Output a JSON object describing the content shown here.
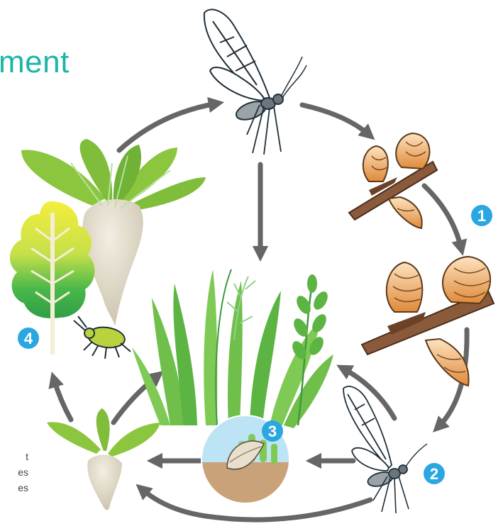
{
  "header": {
    "title": "ment"
  },
  "side_note": {
    "lines": [
      "t",
      "es",
      "es"
    ]
  },
  "colors": {
    "accent": "#1db5a7",
    "badge": "#2aa7e0",
    "arrow": "#666666",
    "leaf": "#8cc63f",
    "bud": "#e8a35c",
    "soil": "#c9a27a",
    "sky": "#bde4f4"
  },
  "badges": [
    {
      "id": "1",
      "label": "1"
    },
    {
      "id": "2",
      "label": "2"
    },
    {
      "id": "3",
      "label": "3"
    },
    {
      "id": "4",
      "label": "4"
    }
  ]
}
